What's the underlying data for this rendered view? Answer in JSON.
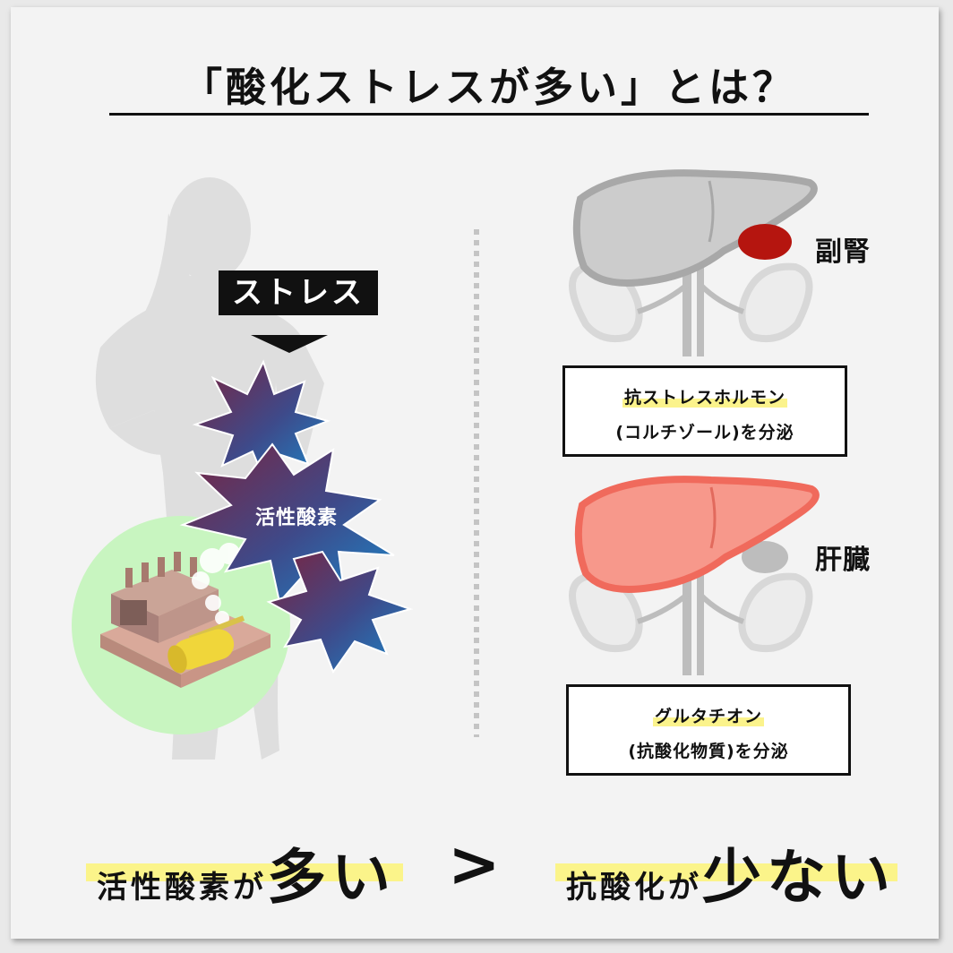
{
  "title": "「酸化ストレスが多い」とは？",
  "left_panel": {
    "stress_label": "ストレス",
    "ros_label": "活性酸素"
  },
  "right_panel": {
    "adrenal": {
      "name": "副腎",
      "box_line1": "抗ストレスホルモン",
      "box_line2": "(コルチゾール)を分泌"
    },
    "liver": {
      "name": "肝臓",
      "box_line1": "グルタチオン",
      "box_line2": "(抗酸化物質)を分泌"
    }
  },
  "bottom": {
    "left_small": "活性酸素が",
    "left_big": "多い",
    "comparator": ">",
    "right_small": "抗酸化が",
    "right_big": "少ない"
  },
  "colors": {
    "highlight": "#fbf48a",
    "liver_active": "#f4877a",
    "adrenal_active": "#b5150f",
    "ros_gradient_a": "#6e2a3e",
    "ros_gradient_b": "#1f78b4",
    "factory_circle": "#c8f5c0"
  }
}
